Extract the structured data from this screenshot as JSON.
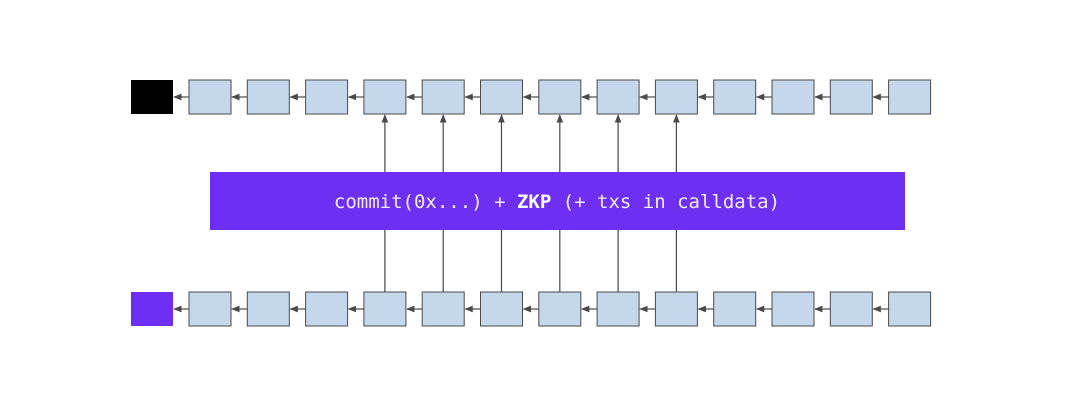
{
  "colors": {
    "background": "#ffffff",
    "block_fill": "#c5d7ea",
    "block_stroke": "#4a4a4a",
    "l1_anchor": "#000000",
    "l2_anchor": "#6d2ff2",
    "banner": "#6d2ff2",
    "arrow": "#4a4a4a"
  },
  "l1_chain": {
    "anchor": "l1-anchor-block",
    "block_count": 13
  },
  "l2_chain": {
    "anchor": "l2-anchor-block",
    "block_count": 13
  },
  "links": {
    "block_indices": [
      3,
      4,
      5,
      6,
      7,
      8
    ]
  },
  "banner": {
    "prefix": "commit(0x...) + ",
    "bold": "ZKP",
    "suffix": " (+ txs in calldata)"
  }
}
